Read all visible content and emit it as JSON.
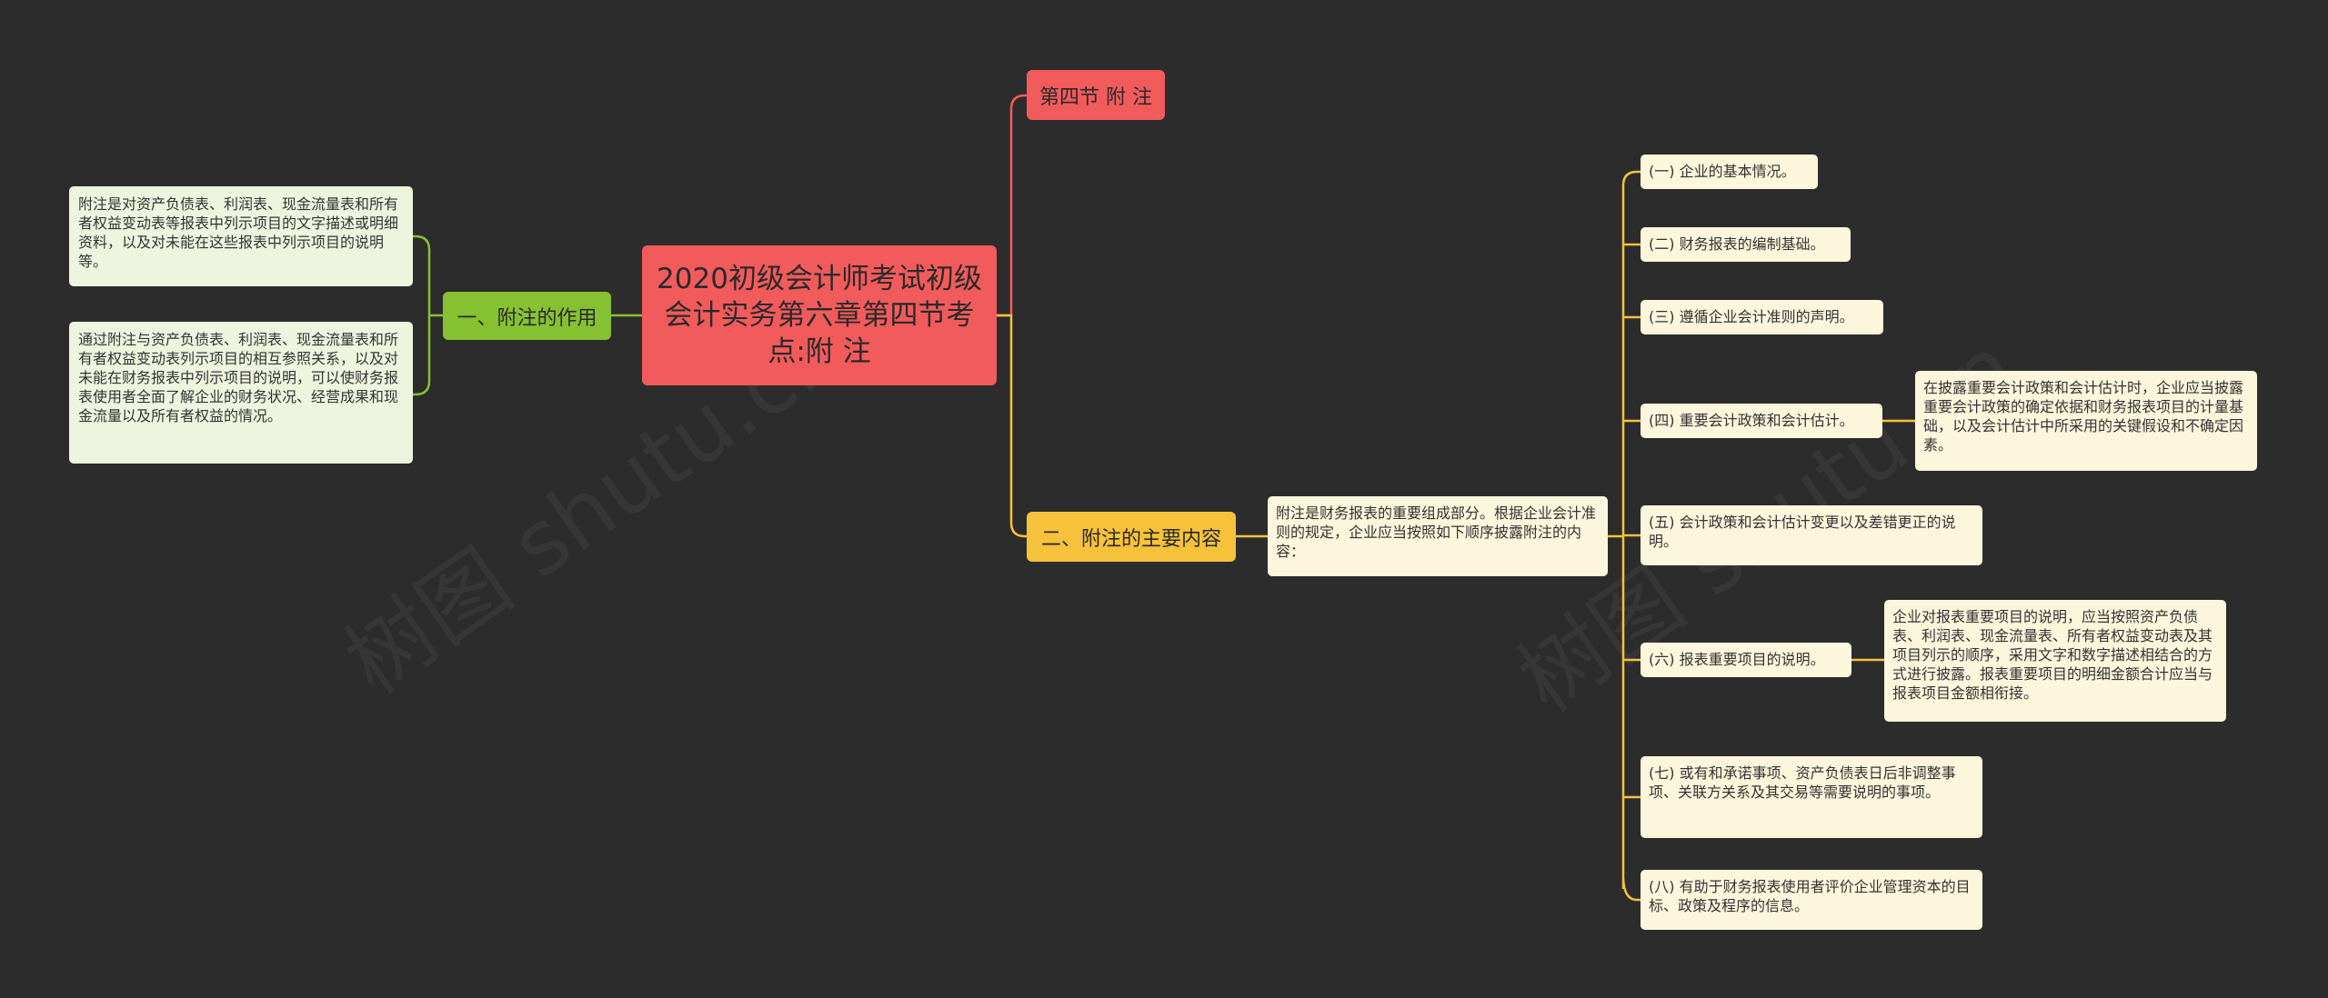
{
  "root": {
    "title": "2020初级会计师考试初级会计实务第六章第四节考点:附 注"
  },
  "branches": {
    "section": {
      "label": "第四节 附 注"
    },
    "role": {
      "label": "一、附注的作用",
      "leaves": [
        "附注是对资产负债表、利润表、现金流量表和所有者权益变动表等报表中列示项目的文字描述或明细资料，以及对未能在这些报表中列示项目的说明等。",
        "通过附注与资产负债表、利润表、现金流量表和所有者权益变动表列示项目的相互参照关系，以及对未能在财务报表中列示项目的说明，可以使财务报表使用者全面了解企业的财务状况、经营成果和现金流量以及所有者权益的情况。"
      ]
    },
    "content": {
      "label": "二、附注的主要内容",
      "intro": "附注是财务报表的重要组成部分。根据企业会计准则的规定，企业应当按照如下顺序披露附注的内容：",
      "items": [
        "(一) 企业的基本情况。",
        "(二) 财务报表的编制基础。",
        "(三) 遵循企业会计准则的声明。",
        "(四) 重要会计政策和会计估计。",
        "(五) 会计政策和会计估计变更以及差错更正的说明。",
        "(六) 报表重要项目的说明。",
        "(七) 或有和承诺事项、资产负债表日后非调整事项、关联方关系及其交易等需要说明的事项。",
        "(八) 有助于财务报表使用者评价企业管理资本的目标、政策及程序的信息。"
      ],
      "details": {
        "policy": "在披露重要会计政策和会计估计时，企业应当披露重要会计政策的确定依据和财务报表项目的计量基础，以及会计估计中所采用的关键假设和不确定因素。",
        "items": "企业对报表重要项目的说明，应当按照资产负债表、利润表、现金流量表、所有者权益变动表及其项目列示的顺序，采用文字和数字描述相结合的方式进行披露。报表重要项目的明细金额合计应当与报表项目金额相衔接。"
      }
    }
  },
  "watermark": "树图 shutu.cn",
  "colors": {
    "red": "#f25b5c",
    "green": "#86c132",
    "yellow": "#f7c23b",
    "background": "#2c2c2c"
  }
}
